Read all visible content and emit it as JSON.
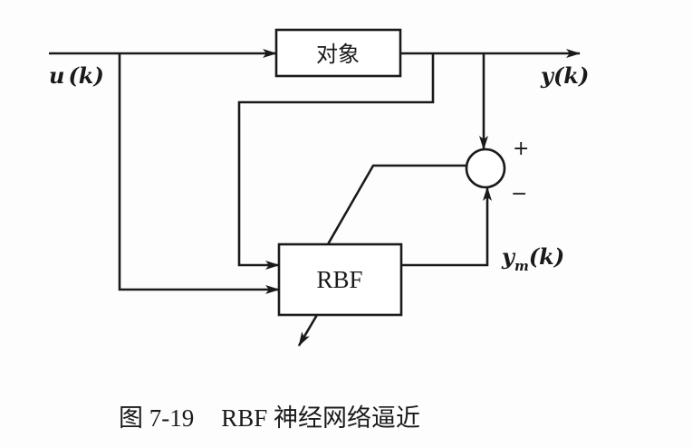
{
  "diagram": {
    "type": "block-diagram",
    "blocks": {
      "plant": {
        "label": "对象"
      },
      "rbf": {
        "label": "RBF"
      },
      "summer": {
        "plus_sign": "+",
        "minus_sign": "−"
      }
    },
    "signals": {
      "input": {
        "var": "u",
        "arg": "(k)"
      },
      "output": {
        "var": "y",
        "arg": "(k)"
      },
      "model_output": {
        "var": "y",
        "sub": "m",
        "arg": "(k)"
      }
    },
    "connections": [
      {
        "from": "input",
        "to": "plant"
      },
      {
        "from": "plant",
        "to": "output"
      },
      {
        "from": "output",
        "to": "rbf",
        "note": "feedback tap"
      },
      {
        "from": "input",
        "to": "rbf"
      },
      {
        "from": "output",
        "to": "summer",
        "sign": "+"
      },
      {
        "from": "rbf",
        "to": "summer",
        "sign": "-"
      },
      {
        "from": "summer",
        "to": "rbf",
        "note": "error adjusts RBF (diagonal arrow)"
      }
    ]
  },
  "caption": {
    "figure_no": "图 7-19",
    "title": "RBF 神经网络逼近"
  }
}
